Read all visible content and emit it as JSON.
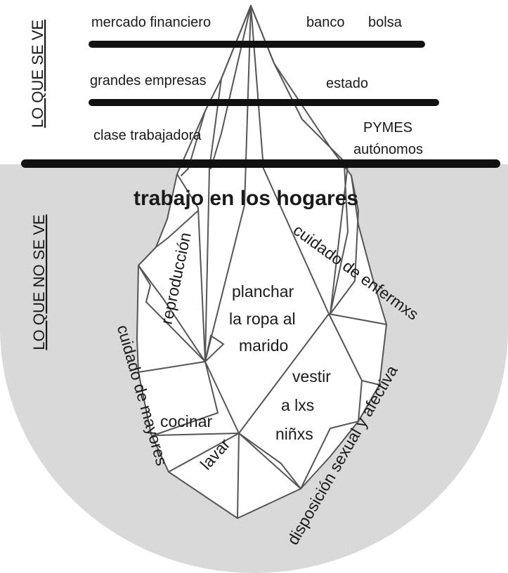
{
  "side_labels": {
    "visible": "LO QUE SE VE",
    "hidden": "LO QUE NO SE VE"
  },
  "visible_levels": {
    "row1_left": "mercado financiero",
    "row1_mid": "banco",
    "row1_right": "bolsa",
    "row2_left": "grandes empresas",
    "row2_right": "estado",
    "row3_left": "clase trabajadora",
    "row3_right_line1": "PYMES",
    "row3_right_line2": "autónomos"
  },
  "hidden_levels": {
    "title": "trabajo en los hogares",
    "reproduccion": "reproducción",
    "cuidado_enfermxs": "cuidado de enfermxs",
    "planchar_line1": "planchar",
    "planchar_line2": "la ropa al",
    "planchar_line3": "marido",
    "vestir_line1": "vestir",
    "vestir_line2": "a lxs",
    "vestir_line3": "niñxs",
    "cocinar": "cocinar",
    "lavar": "lavar",
    "cuidado_mayores": "cuidado de mayores",
    "disposicion": "disposición sexual y afectiva"
  },
  "colors": {
    "underwater": "#d9d9d9",
    "lines": "#111111",
    "iceberg_edges": "#555555"
  }
}
